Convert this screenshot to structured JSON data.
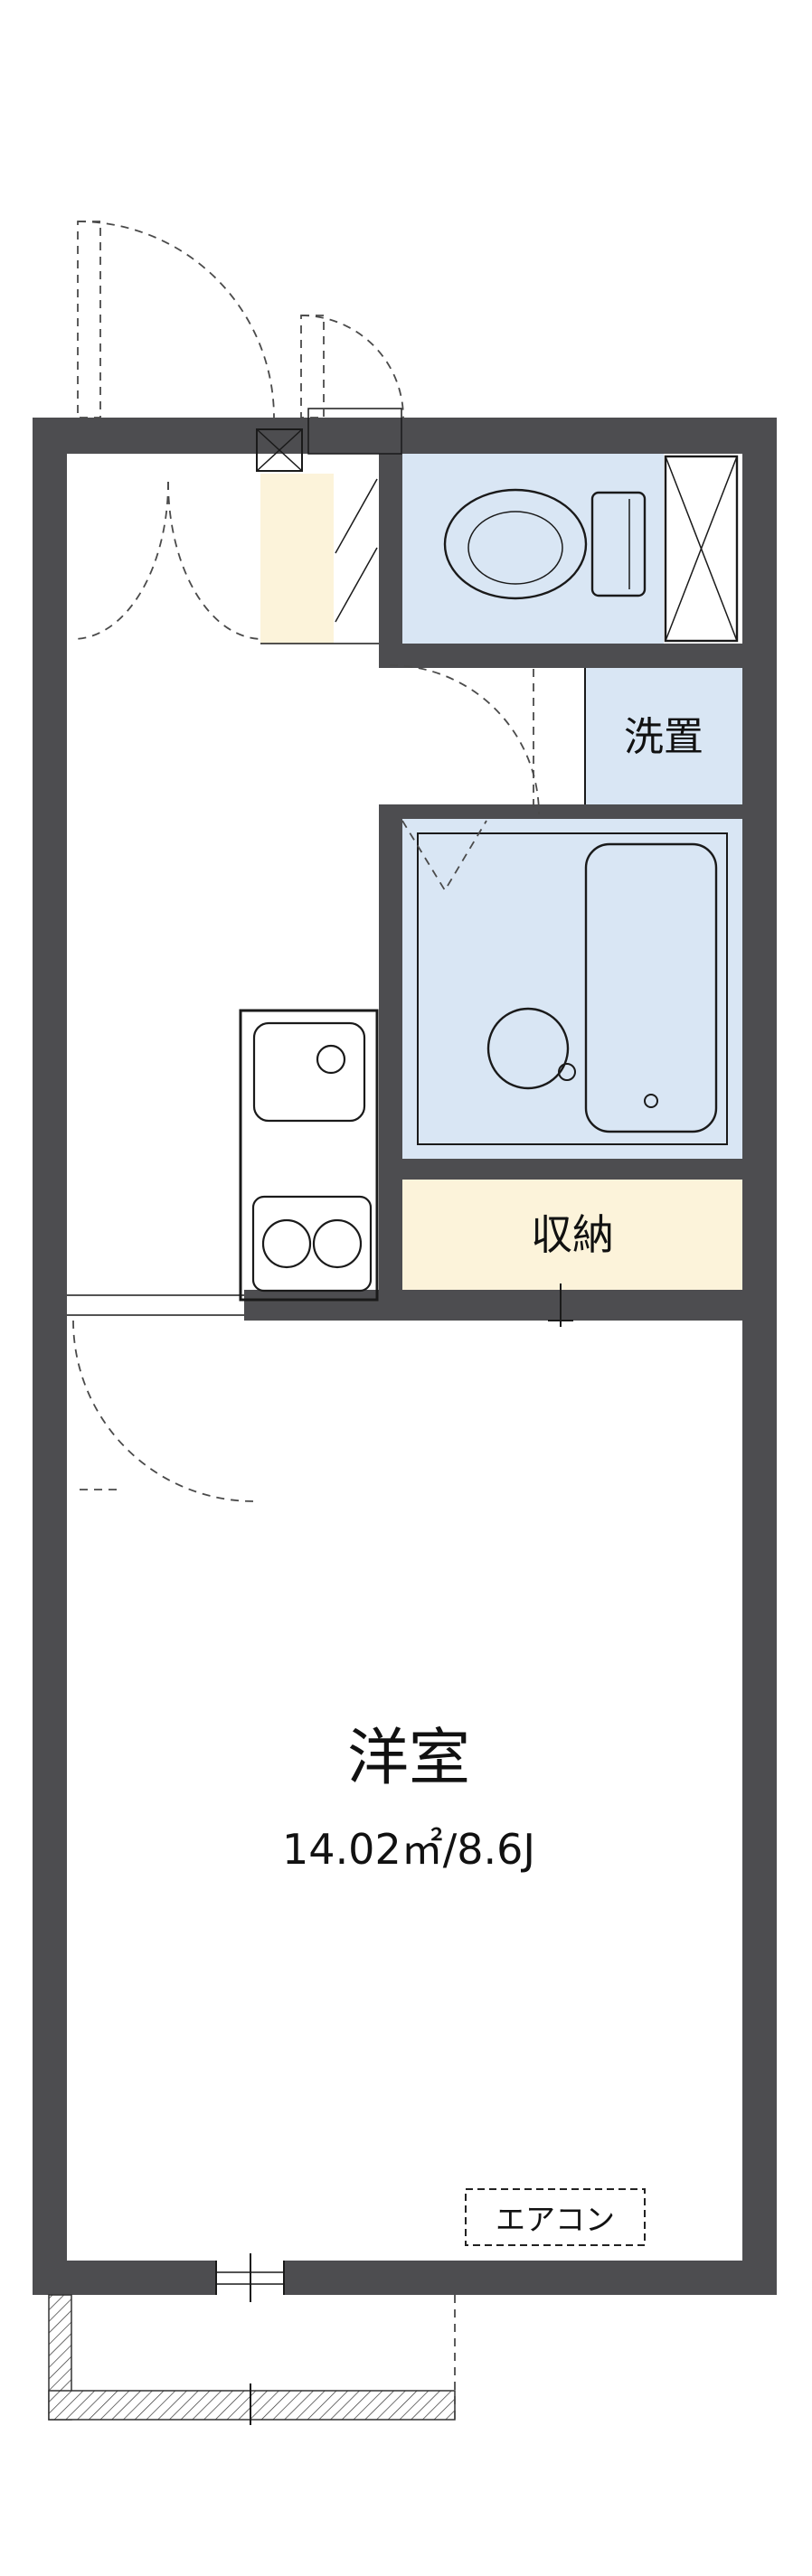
{
  "meta": {
    "type": "apartment-floor-plan"
  },
  "labels": {
    "washer_space": "洗置",
    "storage": "収納",
    "main_room_name": "洋室",
    "main_room_size": "14.02㎡/8.6J",
    "aircon": "エアコン"
  },
  "colors": {
    "wall": "#4d4d50",
    "room-blue": "#d9e6f4",
    "fixture-blue": "#ecf3fb",
    "cream": "#fcf3da",
    "line": "#1a1a1a",
    "dash": "#4a4a4a",
    "bg": "#ffffff"
  }
}
